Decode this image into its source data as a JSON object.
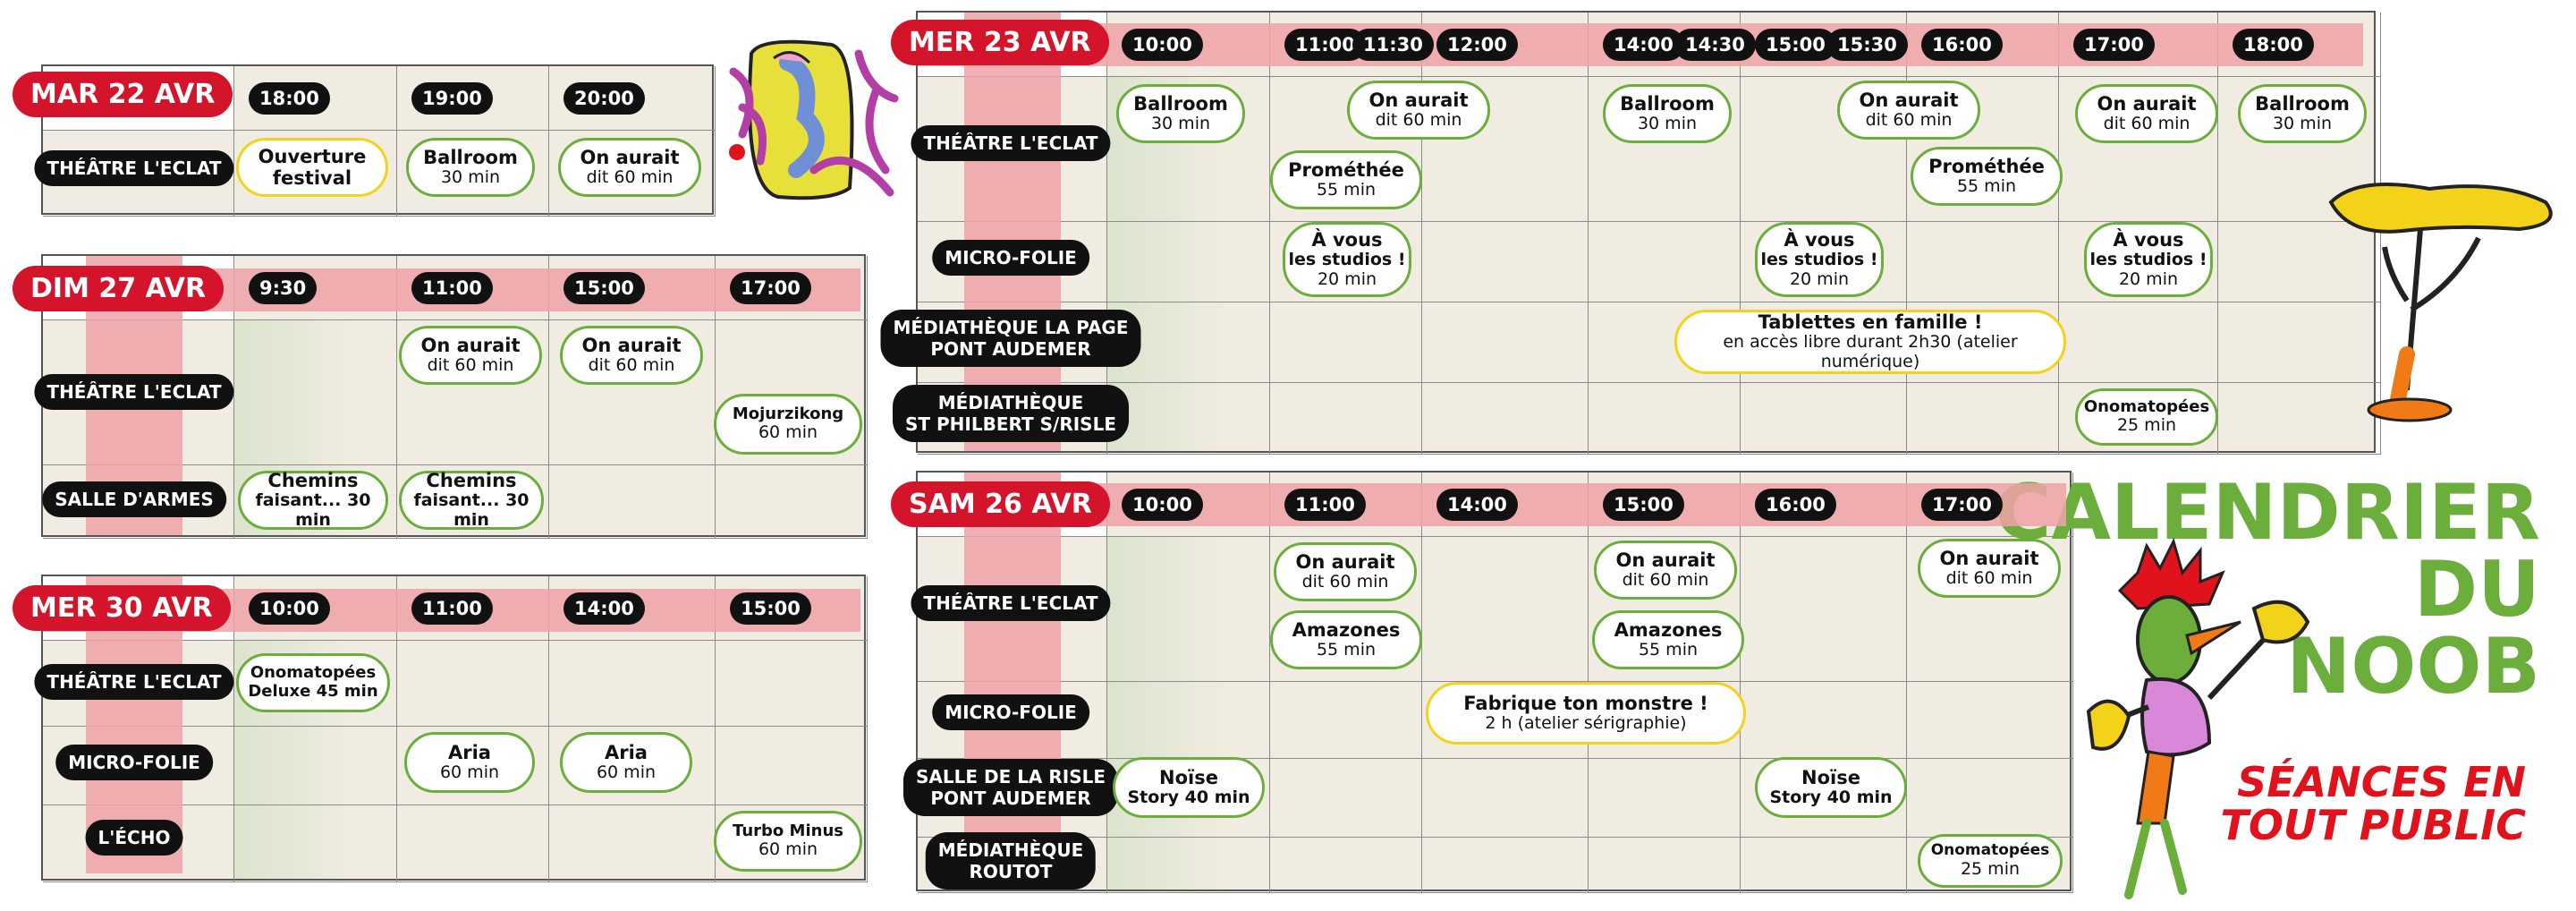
{
  "title": {
    "line1": "CALENDRIER",
    "line2": "DU",
    "line3": "NOOB"
  },
  "subtitle": {
    "line1": "SÉANCES EN",
    "line2": "TOUT PUBLIC"
  },
  "colors": {
    "date": "#d4142a",
    "green": "#6cae3c",
    "yellow": "#f2d31a",
    "header_band": "#efa2a6",
    "grid_bg": "#f1ece1"
  },
  "blocks": {
    "mar22": {
      "date": "MAR 22 AVR",
      "times": [
        "18:00",
        "19:00",
        "20:00"
      ],
      "venues": [
        "THÉÂTRE L'ECLAT"
      ],
      "events": [
        {
          "title": "Ouverture",
          "sub": "festival"
        },
        {
          "title": "Ballroom",
          "sub": "30 min"
        },
        {
          "title": "On aurait",
          "sub": "dit 60 min"
        }
      ]
    },
    "dim27": {
      "date": "DIM 27 AVR",
      "times": [
        "9:30",
        "11:00",
        "15:00",
        "17:00"
      ],
      "venues": [
        "THÉÂTRE L'ECLAT",
        "SALLE D'ARMES"
      ],
      "events": [
        {
          "title": "On aurait",
          "sub": "dit 60 min"
        },
        {
          "title": "On aurait",
          "sub": "dit 60 min"
        },
        {
          "title": "Mojurzikong",
          "sub": "60 min"
        },
        {
          "title": "Chemins",
          "sub": "faisant... 30 min"
        },
        {
          "title": "Chemins",
          "sub": "faisant... 30 min"
        }
      ]
    },
    "mer30": {
      "date": "MER 30 AVR",
      "times": [
        "10:00",
        "11:00",
        "14:00",
        "15:00"
      ],
      "venues": [
        "THÉÂTRE L'ECLAT",
        "MICRO-FOLIE",
        "L'ÉCHO"
      ],
      "events": [
        {
          "title": "Onomatopées",
          "sub": "Deluxe 45 min"
        },
        {
          "title": "Aria",
          "sub": "60 min"
        },
        {
          "title": "Aria",
          "sub": "60 min"
        },
        {
          "title": "Turbo Minus",
          "sub": "60 min"
        }
      ]
    },
    "mer23": {
      "date": "MER 23 AVR",
      "times": [
        "10:00",
        "11:00",
        "11:30",
        "12:00",
        "14:00",
        "14:30",
        "15:00",
        "15:30",
        "16:00",
        "17:00",
        "18:00"
      ],
      "venues": [
        "THÉÂTRE L'ECLAT",
        "MICRO-FOLIE",
        "MÉDIATHÈQUE LA PAGE",
        "PONT AUDEMER",
        "MÉDIATHÈQUE",
        "ST PHILBERT S/RISLE"
      ],
      "events": [
        {
          "title": "Ballroom",
          "sub": "30 min"
        },
        {
          "title": "On aurait",
          "sub": "dit 60 min"
        },
        {
          "title": "Ballroom",
          "sub": "30 min"
        },
        {
          "title": "On aurait",
          "sub": "dit 60 min"
        },
        {
          "title": "On aurait",
          "sub": "dit 60 min"
        },
        {
          "title": "Ballroom",
          "sub": "30 min"
        },
        {
          "title": "Prométhée",
          "sub": "55 min"
        },
        {
          "title": "Prométhée",
          "sub": "55 min"
        },
        {
          "title": "À vous",
          "sub": "les studios !",
          "sub2": "20 min"
        },
        {
          "title": "À vous",
          "sub": "les studios !",
          "sub2": "20 min"
        },
        {
          "title": "À vous",
          "sub": "les studios !",
          "sub2": "20 min"
        },
        {
          "title": "Tablettes en famille !",
          "sub": "en accès libre durant 2h30 (atelier numérique)"
        },
        {
          "title": "Onomatopées",
          "sub": "25 min"
        }
      ]
    },
    "sam26": {
      "date": "SAM 26 AVR",
      "times": [
        "10:00",
        "11:00",
        "14:00",
        "15:00",
        "16:00",
        "17:00"
      ],
      "venues": [
        "THÉÂTRE L'ECLAT",
        "MICRO-FOLIE",
        "SALLE DE LA RISLE",
        "PONT AUDEMER",
        "MÉDIATHÈQUE",
        "ROUTOT"
      ],
      "events": [
        {
          "title": "On aurait",
          "sub": "dit 60 min"
        },
        {
          "title": "On aurait",
          "sub": "dit 60 min"
        },
        {
          "title": "On aurait",
          "sub": "dit 60 min"
        },
        {
          "title": "Amazones",
          "sub": "55 min"
        },
        {
          "title": "Amazones",
          "sub": "55 min"
        },
        {
          "title": "Fabrique ton monstre !",
          "sub": "2 h (atelier sérigraphie)"
        },
        {
          "title": "Noïse",
          "sub": "Story 40 min"
        },
        {
          "title": "Noïse",
          "sub": "Story 40 min"
        },
        {
          "title": "Onomatopées",
          "sub": "25 min"
        }
      ]
    }
  }
}
